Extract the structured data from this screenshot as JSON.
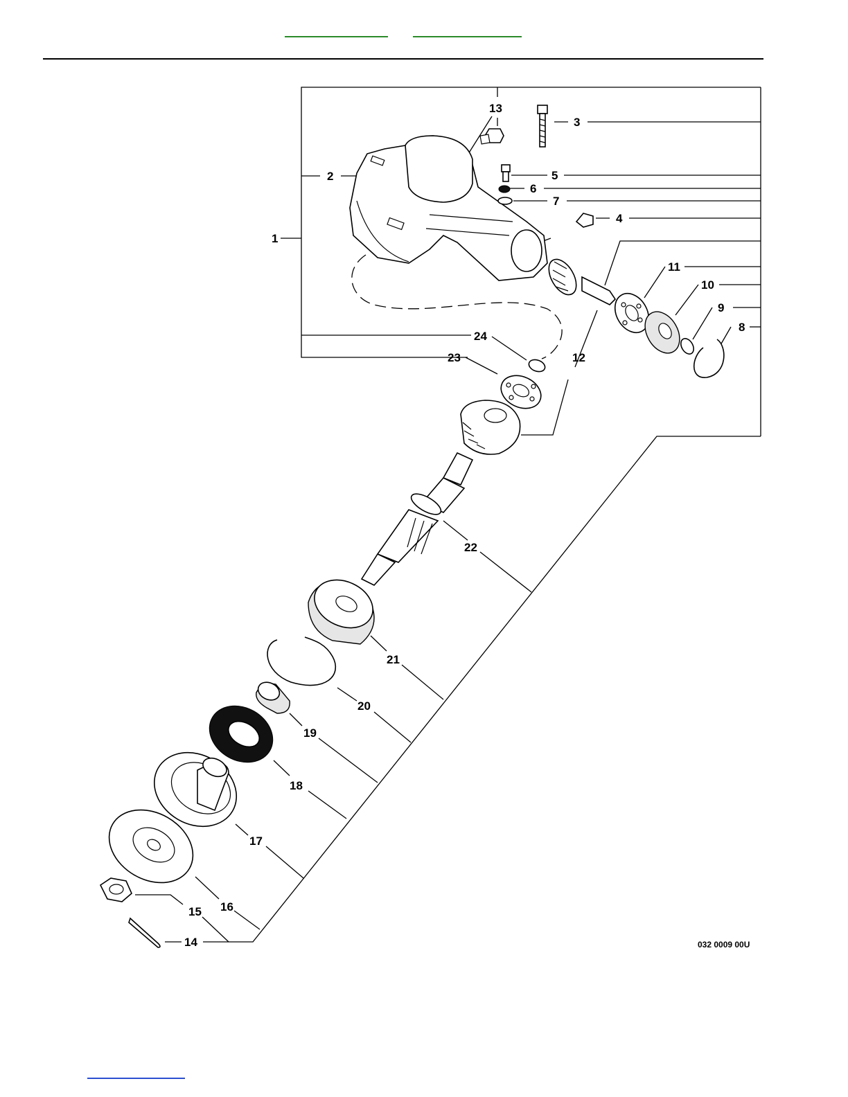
{
  "header": {
    "link_1": {
      "text": "",
      "color": "#2a8a2a"
    },
    "link_2": {
      "text": "",
      "color": "#2a8a2a"
    }
  },
  "footer": {
    "link": {
      "text": "",
      "color": "#2a4fd0"
    }
  },
  "diagram": {
    "callouts": [
      "1",
      "2",
      "3",
      "4",
      "5",
      "6",
      "7",
      "8",
      "9",
      "10",
      "11",
      "12",
      "13",
      "14",
      "15",
      "16",
      "17",
      "18",
      "19",
      "20",
      "21",
      "22",
      "23",
      "24"
    ],
    "drawing_code": "032 0009 00U"
  }
}
